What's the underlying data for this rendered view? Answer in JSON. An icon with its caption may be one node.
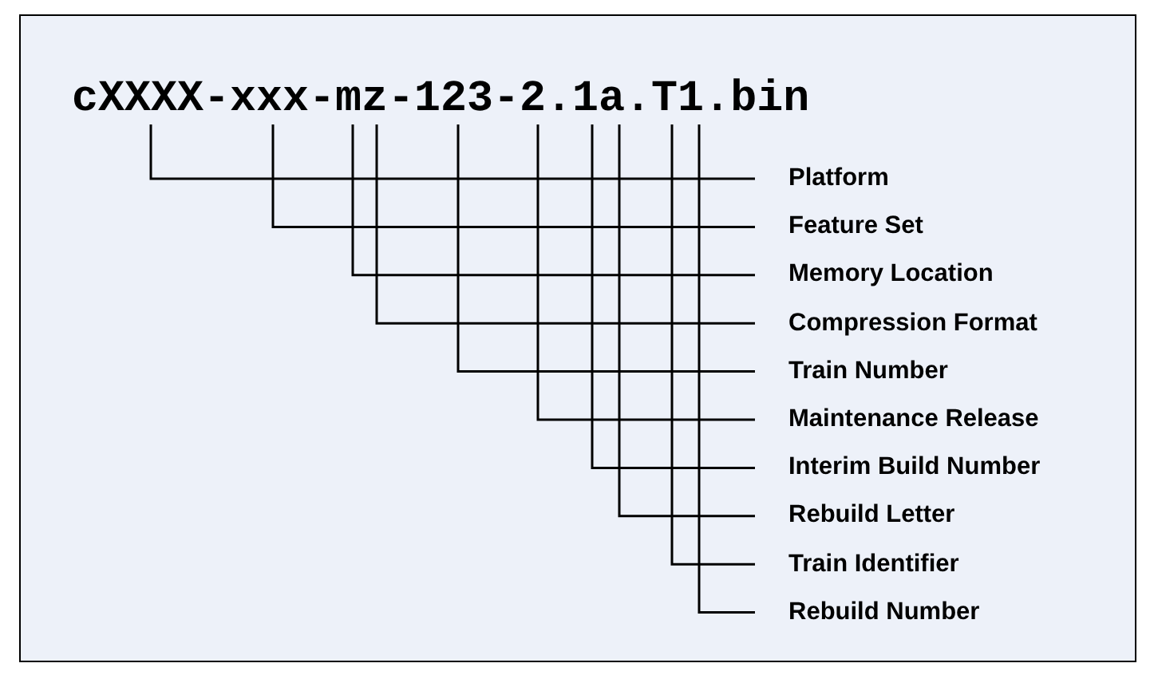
{
  "diagram": {
    "nodes": [
      {
        "text": [
          "cXXXX-xxx-mz-123-2.1a.T1.bin"
        ]
      },
      {
        "text": [
          "Platform"
        ]
      },
      {
        "text": [
          "Feature Set"
        ]
      },
      {
        "text": [
          "Memory Location"
        ]
      },
      {
        "text": [
          "Compression Format"
        ]
      },
      {
        "text": [
          "Train Number"
        ]
      },
      {
        "text": [
          "Maintenance Release"
        ]
      },
      {
        "text": [
          "Interim Build Number"
        ]
      },
      {
        "text": [
          "Rebuild Letter"
        ]
      },
      {
        "text": [
          "Train Identifier"
        ]
      },
      {
        "text": [
          "Rebuild Number"
        ]
      }
    ],
    "edges": [
      {
        "from": 1,
        "to": 0,
        "arrow": "none"
      },
      {
        "from": 2,
        "to": 0,
        "arrow": "none"
      },
      {
        "from": 3,
        "to": 0,
        "arrow": "none"
      },
      {
        "from": 4,
        "to": 0,
        "arrow": "none"
      },
      {
        "from": 5,
        "to": 0,
        "arrow": "none"
      },
      {
        "from": 6,
        "to": 0,
        "arrow": "none"
      },
      {
        "from": 7,
        "to": 0,
        "arrow": "none"
      },
      {
        "from": 8,
        "to": 0,
        "arrow": "none"
      },
      {
        "from": 9,
        "to": 0,
        "arrow": "none"
      },
      {
        "from": 10,
        "to": 0,
        "arrow": "none"
      }
    ]
  }
}
